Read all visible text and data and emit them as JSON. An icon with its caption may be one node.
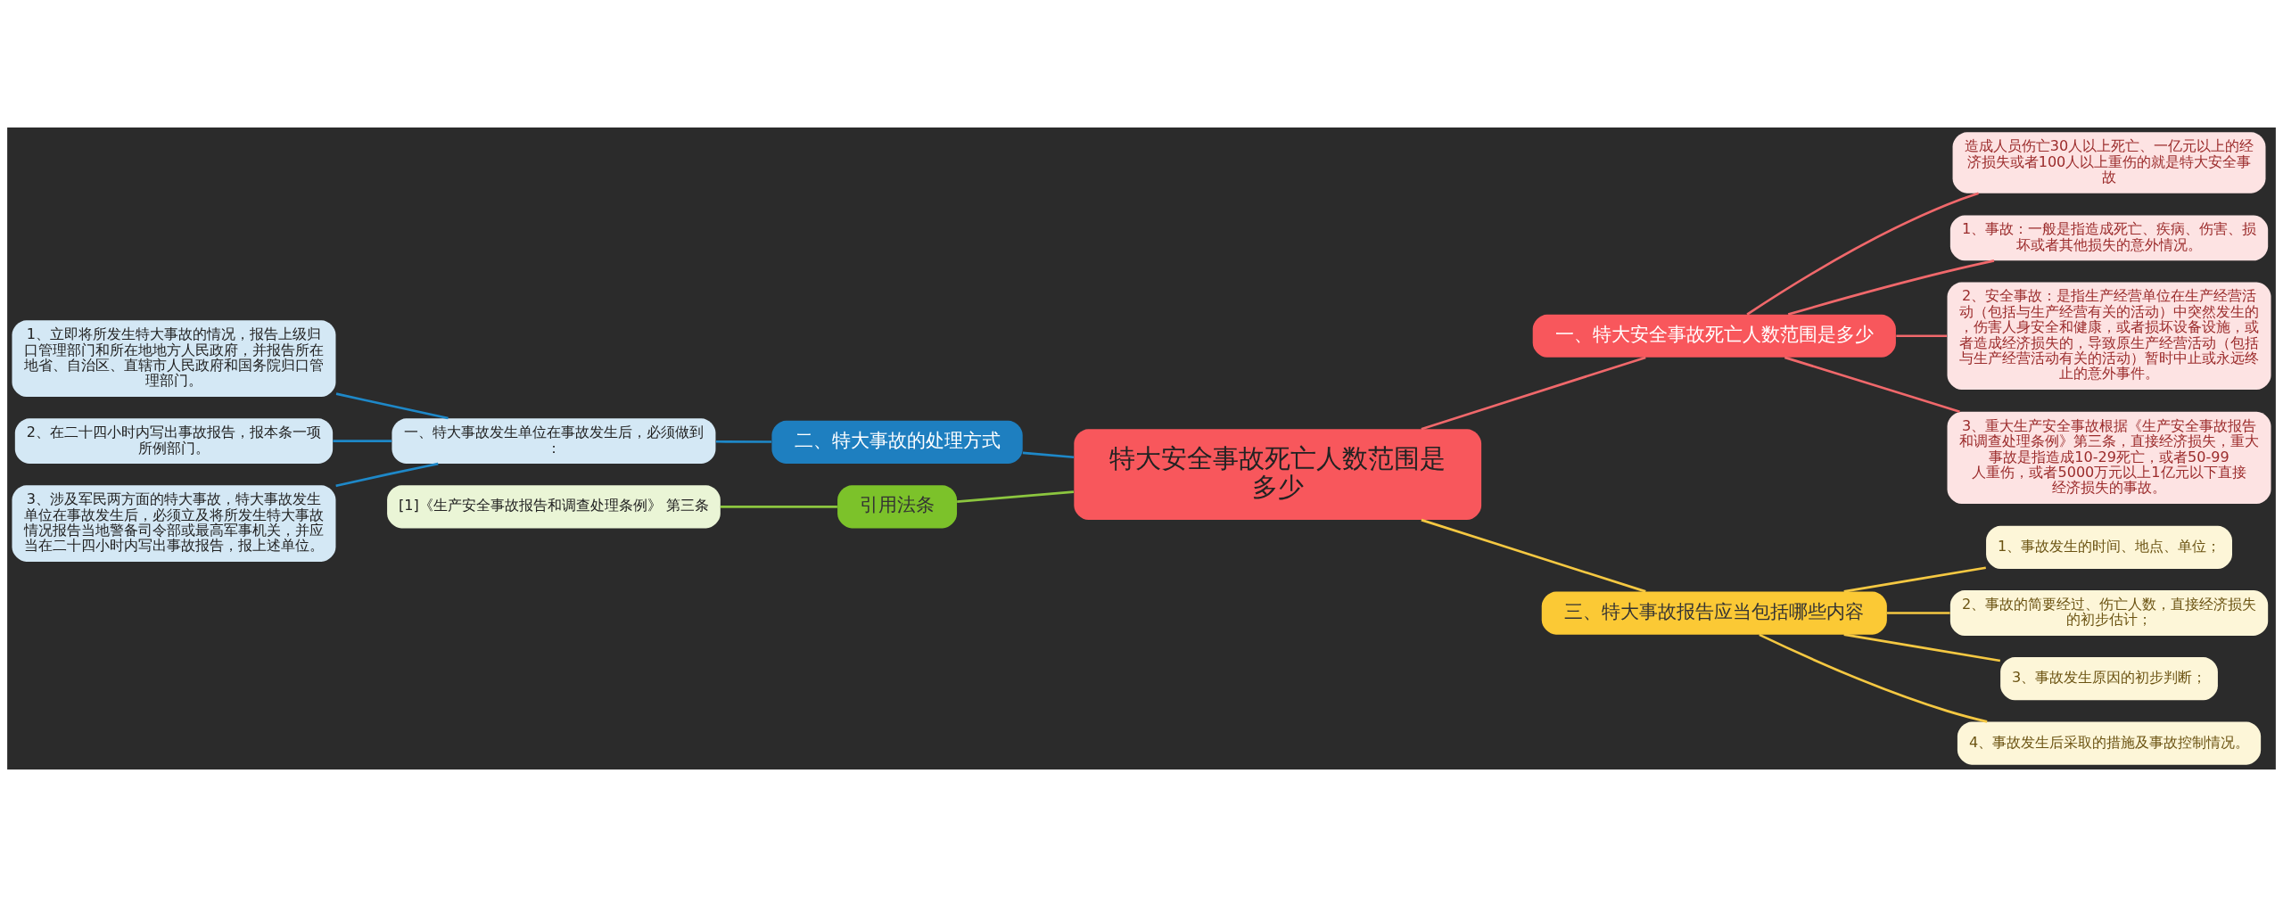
{
  "diagram": {
    "nodes": [
      {
        "text": [
          "特大安全事故死亡人数范围是多少"
        ]
      },
      {
        "text": [
          "一、特大安全事故死亡人数范围是多少"
        ]
      },
      {
        "text": [
          "造成人员伤亡30人以上死亡、一亿元以上的经济损失或者100人以上重伤的就是特大安全事故"
        ]
      },
      {
        "text": [
          "1、事故：一般是指造成死亡、疾病、伤害、损坏或者其他损失的意外情况。"
        ]
      },
      {
        "text": [
          "2、安全事故：是指生产经营单位在生产经营活动（包括与生产经营有关的活动）中突然发生的，伤害人身安全和健康，或者损坏设备设施，或者造成经济损失的，导致原生产经营活动（包括与生产经营活动有关的活动）暂时中止或永远终止的意外事件。"
        ]
      },
      {
        "text": [
          "3、重大生产安全事故根据《生产安全事故报告和调查处理条例》第三条，直接经济损失，重大事故是指造成10-29死亡，或者50-99人重伤，或者5000万元以上1亿元以下直接经济损失的事故。"
        ]
      },
      {
        "text": [
          "二、特大事故的处理方式"
        ]
      },
      {
        "text": [
          "一、特大事故发生单位在事故发生后，必须做到："
        ]
      },
      {
        "text": [
          "1、立即将所发生特大事故的情况，报告上级归口管理部门和所在地地方人民政府，并报告所在地省、自治区、直辖市人民政府和国务院归口管理部门。"
        ]
      },
      {
        "text": [
          "2、在二十四小时内写出事故报告，报本条一项所例部门。"
        ]
      },
      {
        "text": [
          "3、涉及军民两方面的特大事故，特大事故发生单位在事故发生后，必须立及将所发生特大事故情况报告当地警备司令部或最高军事机关，并应当在二十四小时内写出事故报告，报上述单位。"
        ]
      },
      {
        "text": [
          "引用法条"
        ]
      },
      {
        "text": [
          "[1]《生产安全事故报告和调查处理条例》 第三条"
        ]
      },
      {
        "text": [
          "三、特大事故报告应当包括哪些内容"
        ]
      },
      {
        "text": [
          "1、事故发生的时间、地点、单位；"
        ]
      },
      {
        "text": [
          "2、事故的简要经过、伤亡人数，直接经济损失的初步估计；"
        ]
      },
      {
        "text": [
          "3、事故发生原因的初步判断；"
        ]
      },
      {
        "text": [
          "4、事故发生后采取的措施及事故控制情况。"
        ]
      }
    ],
    "edges": [
      {
        "from": 0,
        "to": 1,
        "arrow": "none",
        "color": "#f0686b"
      },
      {
        "from": 1,
        "to": 2,
        "arrow": "none",
        "color": "#f0686b"
      },
      {
        "from": 1,
        "to": 3,
        "arrow": "none",
        "color": "#f0686b"
      },
      {
        "from": 1,
        "to": 4,
        "arrow": "none",
        "color": "#f0686b"
      },
      {
        "from": 1,
        "to": 5,
        "arrow": "none",
        "color": "#f0686b"
      },
      {
        "from": 0,
        "to": 6,
        "arrow": "none",
        "color": "#1e88c8"
      },
      {
        "from": 6,
        "to": 7,
        "arrow": "none",
        "color": "#1e88c8"
      },
      {
        "from": 7,
        "to": 8,
        "arrow": "none",
        "color": "#1e88c8"
      },
      {
        "from": 7,
        "to": 9,
        "arrow": "none",
        "color": "#1e88c8"
      },
      {
        "from": 7,
        "to": 10,
        "arrow": "none",
        "color": "#1e88c8"
      },
      {
        "from": 0,
        "to": 11,
        "arrow": "none",
        "color": "#8cc63f"
      },
      {
        "from": 11,
        "to": 12,
        "arrow": "none",
        "color": "#8cc63f"
      },
      {
        "from": 0,
        "to": 13,
        "arrow": "none",
        "color": "#f5c842"
      },
      {
        "from": 13,
        "to": 14,
        "arrow": "none",
        "color": "#f5c842"
      },
      {
        "from": 13,
        "to": 15,
        "arrow": "none",
        "color": "#f5c842"
      },
      {
        "from": 13,
        "to": 16,
        "arrow": "none",
        "color": "#f5c842"
      },
      {
        "from": 13,
        "to": 17,
        "arrow": "none",
        "color": "#f5c842"
      }
    ]
  }
}
